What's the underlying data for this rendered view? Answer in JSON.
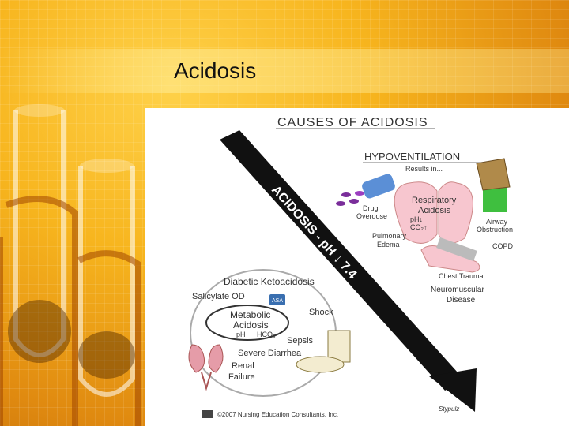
{
  "slide": {
    "title": "Acidosis"
  },
  "figure": {
    "heading": "CAUSES OF ACIDOSIS",
    "arrow_label": "ACIDOSIS - pH ↓ 7.4",
    "respiratory": {
      "header": "HYPOVENTILATION",
      "results_in": "Results in...",
      "center_line1": "Respiratory",
      "center_line2": "Acidosis",
      "center_ph": "pH↓",
      "center_co2": "CO₂↑",
      "drug_overdose_1": "Drug",
      "drug_overdose_2": "Overdose",
      "airway_1": "Airway",
      "airway_2": "Obstruction",
      "pulmonary_1": "Pulmonary",
      "pulmonary_2": "Edema",
      "copd": "COPD",
      "chest_trauma": "Chest Trauma",
      "neuro_1": "Neuromuscular",
      "neuro_2": "Disease"
    },
    "metabolic": {
      "dka": "Diabetic Ketoacidosis",
      "salicylate": "Salicylate OD",
      "asa": "ASA",
      "shock": "Shock",
      "center_line1": "Metabolic",
      "center_line2": "Acidosis",
      "center_ph": "pH",
      "center_hco3": "HCO₃",
      "sepsis": "Sepsis",
      "diarrhea": "Severe Diarrhea",
      "renal_1": "Renal",
      "renal_2": "Failure"
    },
    "copyright": "©2007 Nursing Education Consultants, Inc.",
    "signature": "Stypulz"
  },
  "colors": {
    "background_accent": "#f7b51e",
    "arrow": "#111111",
    "lung_pink": "#f7c6cf",
    "pill_purple": "#7a2d9a",
    "face_green": "#3fbf3f",
    "bag_tan": "#b08a4a"
  }
}
